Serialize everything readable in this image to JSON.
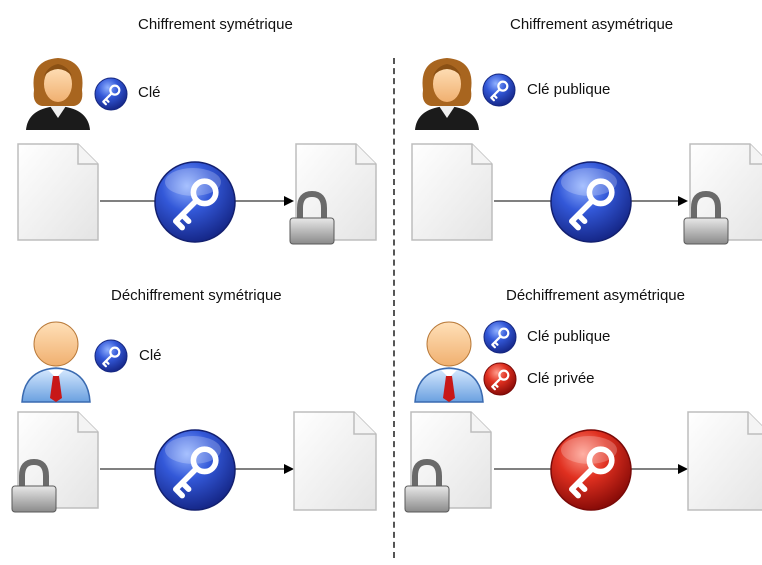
{
  "panels": {
    "sym_enc": {
      "title": "Chiffrement symétrique",
      "key_label": "Clé",
      "key_color": "blue"
    },
    "asym_enc": {
      "title": "Chiffrement asymétrique",
      "key_label": "Clé publique",
      "key_color": "blue"
    },
    "sym_dec": {
      "title": "Déchiffrement symétrique",
      "key_label": "Clé",
      "key_color": "blue"
    },
    "asym_dec": {
      "title": "Déchiffrement asymétrique",
      "key_label_public": "Clé publique",
      "key_label_private": "Clé privée",
      "key_color": "red"
    }
  },
  "colors": {
    "blue_key": "#2f4fd0",
    "red_key": "#d42020",
    "arrow": "#000000",
    "divider": "#555555"
  },
  "icons": [
    "woman-user-icon",
    "man-user-icon",
    "document-icon",
    "locked-document-icon",
    "key-icon",
    "padlock-icon"
  ]
}
